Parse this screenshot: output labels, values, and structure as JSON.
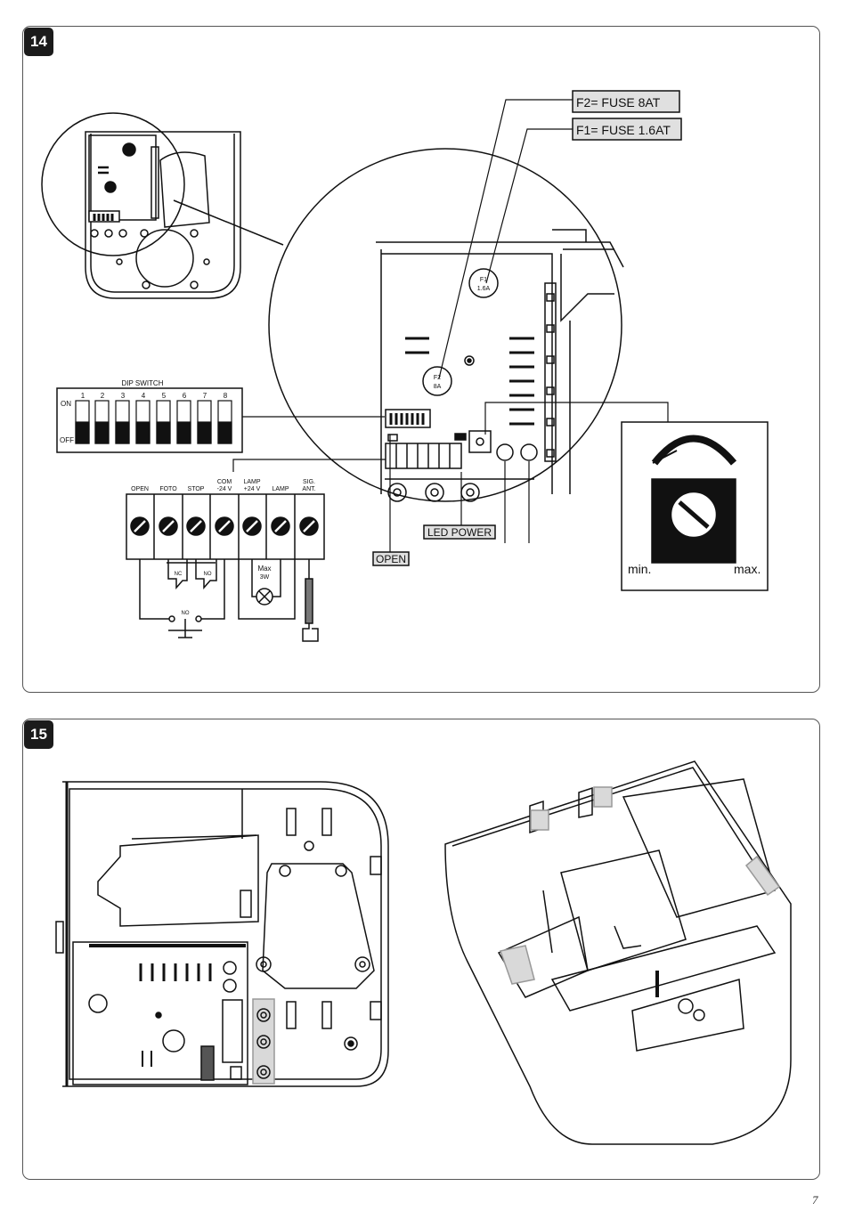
{
  "figure14": {
    "number": "14",
    "fuse_f2_label": "F2= FUSE 8AT",
    "fuse_f1_label": "F1= FUSE 1.6AT",
    "fuse_f1_mark_1": "F1",
    "fuse_f1_mark_2": "1.6A",
    "fuse_f2_mark_1": "F2",
    "fuse_f2_mark_2": "8A",
    "dip_switch_title": "DIP SWITCH",
    "dip_on": "ON",
    "dip_off": "OFF",
    "dip_numbers": [
      "1",
      "2",
      "3",
      "4",
      "5",
      "6",
      "7",
      "8"
    ],
    "terminals": [
      {
        "line1": "OPEN",
        "line2": ""
      },
      {
        "line1": "FOTO",
        "line2": ""
      },
      {
        "line1": "STOP",
        "line2": ""
      },
      {
        "line1": "COM",
        "line2": "-24 V"
      },
      {
        "line1": "LAMP",
        "line2": "+24 V"
      },
      {
        "line1": "LAMP",
        "line2": ""
      },
      {
        "line1": "SIG.",
        "line2": "ANT."
      }
    ],
    "nc_label_1": "NC",
    "nc_label_2": "NO",
    "no_label": "NO",
    "lamp_max_1": "Max",
    "lamp_max_2": "3W",
    "led_power_label": "LED POWER",
    "open_label": "OPEN",
    "trimmer_min": "min.",
    "trimmer_max": "max."
  },
  "figure15": {
    "number": "15"
  },
  "page_number": "7"
}
